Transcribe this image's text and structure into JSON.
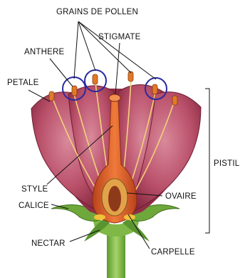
{
  "diagram": {
    "labels": {
      "pollen_grains": "GRAINS DE POLLEN",
      "anther": "ANTHERE",
      "stigma": "STIGMATE",
      "petal": "PETALE",
      "pistil": "PISTIL",
      "style": "STYLE",
      "calyx": "CALICE",
      "ovary": "OVAIRE",
      "nectar": "NECTAR",
      "carpel": "CARPELLE"
    },
    "colors": {
      "petal": "#b9506a",
      "petal_dark": "#7c2238",
      "pistil": "#d8561e",
      "ovary": "#8c3a1a",
      "sepal": "#6fa83a",
      "stem": "#7fb847",
      "anther": "#e07a28",
      "highlight_circle": "#2a2aa0"
    }
  }
}
